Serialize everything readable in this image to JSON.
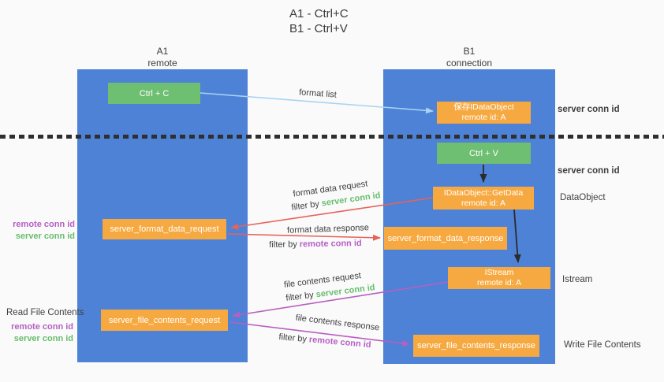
{
  "title": {
    "line1": "A1 - Ctrl+C",
    "line2": "B1 - Ctrl+V"
  },
  "lifelines": {
    "a1": {
      "name": "A1",
      "role": "remote"
    },
    "b1": {
      "name": "B1",
      "role": "connection"
    }
  },
  "nodes": {
    "ctrl_c": {
      "label": "Ctrl + C"
    },
    "save_idataobject": {
      "line1": "保存IDataObject",
      "line2": "remote id: A"
    },
    "ctrl_v": {
      "label": "Ctrl + V"
    },
    "getdata": {
      "line1": "IDataObject::GetData",
      "line2": "remote id: A"
    },
    "format_request": {
      "label": "server_format_data_request"
    },
    "format_response": {
      "label": "server_format_data_response"
    },
    "istream": {
      "line1": "IStream",
      "line2": "remote id: A"
    },
    "file_request": {
      "label": "server_file_contents_request"
    },
    "file_response": {
      "label": "server_file_contents_response"
    }
  },
  "flow_labels": {
    "format_list": "format list",
    "format_data_request": "format data request",
    "format_data_response": "format data response",
    "file_contents_request": "file contents request",
    "file_contents_response": "file contents response",
    "filter_by": "filter by",
    "server_conn_id": "server conn id",
    "remote_conn_id": "remote conn id"
  },
  "side_labels": {
    "remote_conn_id": "remote conn id",
    "server_conn_id": "server conn id",
    "read_file_contents": "Read File Contents",
    "write_file_contents": "Write File Contents",
    "dataobject": "DataObject",
    "istream": "Istream"
  },
  "colors": {
    "background": "#fafafa",
    "lifeline_blue": "#4d82d6",
    "node_green": "#6fbf72",
    "node_orange": "#f7a941",
    "arrow_light_blue": "#a9d3f2",
    "arrow_red": "#e6635a",
    "arrow_magenta": "#b75fc0",
    "arrow_black": "#2b2b2b",
    "text_green": "#67bd6d",
    "text_purple": "#b65fc4",
    "text_dark": "#3d3d3d"
  }
}
